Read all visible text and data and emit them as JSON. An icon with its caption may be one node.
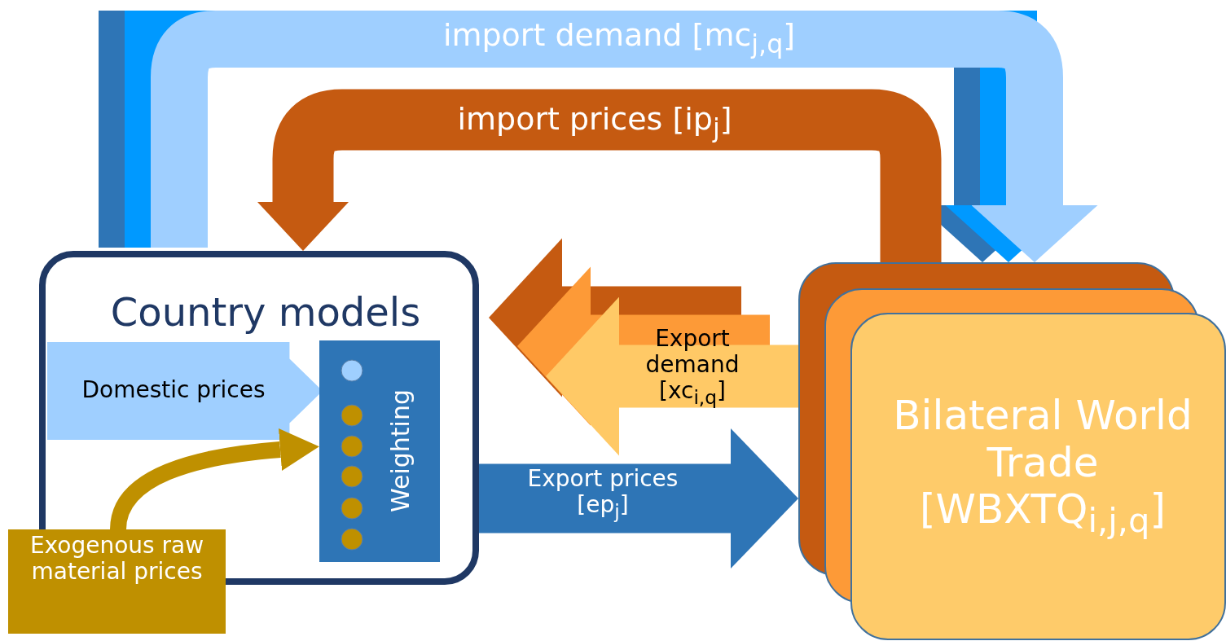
{
  "diagram": {
    "nodes": [
      {
        "text": [
          "Country models"
        ]
      },
      {
        "text": [
          "Domestic prices"
        ],
        "in": 0
      },
      {
        "text": [
          "Weighting"
        ],
        "in": 0
      },
      {
        "text": [
          "Exogenous raw material prices"
        ]
      },
      {
        "text": [
          "Bilateral World Trade [WBXTQ$_{i,j,q}$]"
        ]
      }
    ],
    "edges": [
      {
        "from": 0,
        "to": 4,
        "arrow": "to",
        "label": "import demand [mc$_{j,q}$]",
        "color": "#9fcfff"
      },
      {
        "from": 4,
        "to": 0,
        "arrow": "to",
        "label": "import prices [ip$_{j}$]",
        "color": "#c55a11"
      },
      {
        "from": 4,
        "to": 0,
        "arrow": "to",
        "label": "Export demand [xc$_{i,q}$]",
        "color": "#ffc966"
      },
      {
        "from": 0,
        "to": 4,
        "arrow": "to",
        "label": "Export prices [ep$_{j}$]",
        "color": "#2e75b6"
      },
      {
        "from": 3,
        "to": 2,
        "arrow": "to",
        "color": "#bf9000"
      }
    ]
  }
}
